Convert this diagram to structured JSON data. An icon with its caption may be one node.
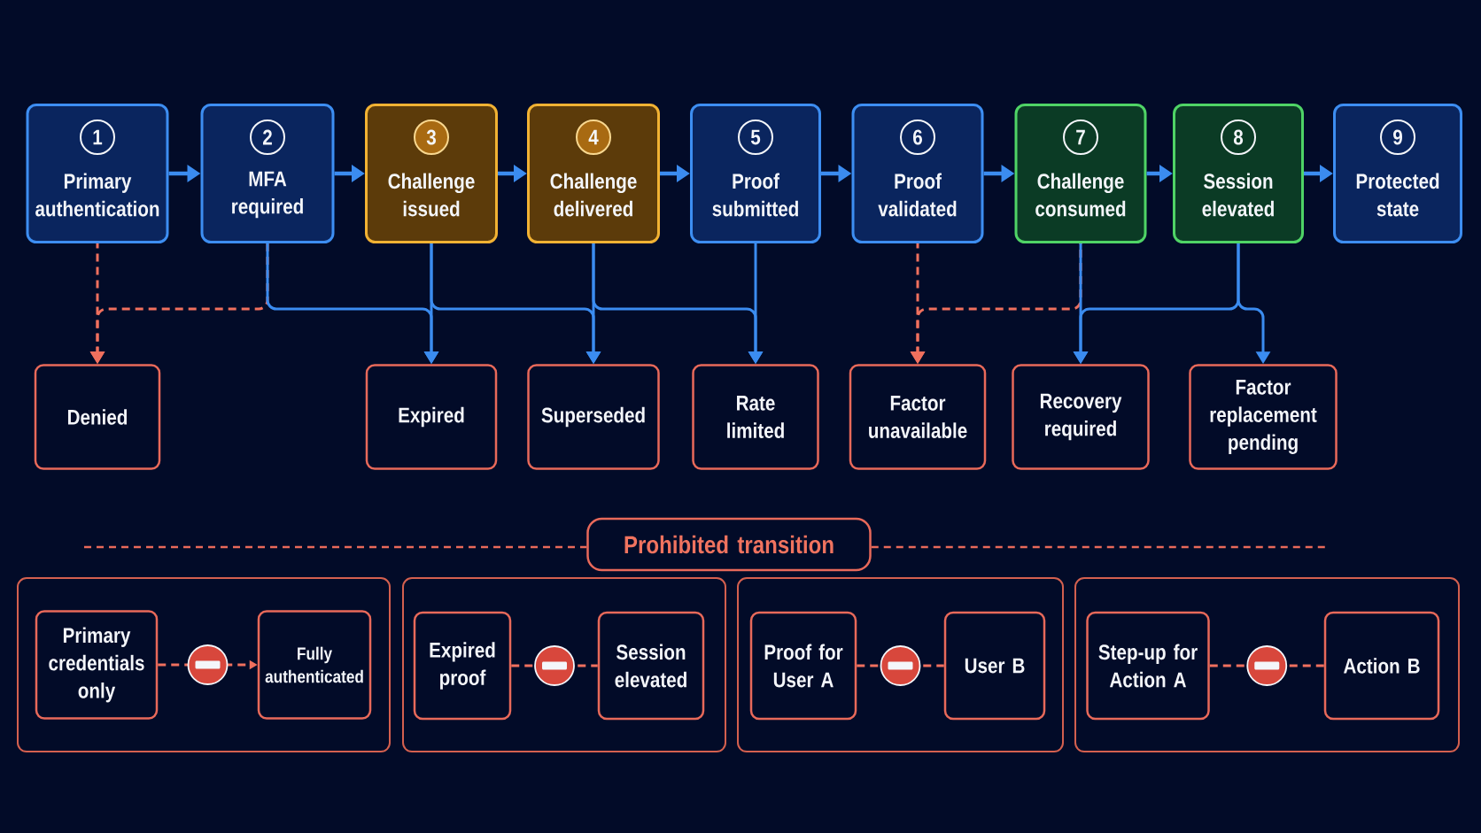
{
  "diagram": {
    "nodes": [
      {
        "text": [
          "1",
          "Primary authentication"
        ]
      },
      {
        "text": [
          "2",
          "MFA required"
        ]
      },
      {
        "text": [
          "3",
          "Challenge issued"
        ]
      },
      {
        "text": [
          "4",
          "Challenge delivered"
        ]
      },
      {
        "text": [
          "5",
          "Proof submitted"
        ]
      },
      {
        "text": [
          "6",
          "Proof validated"
        ]
      },
      {
        "text": [
          "7",
          "Challenge consumed"
        ]
      },
      {
        "text": [
          "8",
          "Session elevated"
        ]
      },
      {
        "text": [
          "9",
          "Protected state"
        ]
      },
      {
        "text": [
          "Denied"
        ]
      },
      {
        "text": [
          "Expired"
        ]
      },
      {
        "text": [
          "Superseded"
        ]
      },
      {
        "text": [
          "Rate limited"
        ]
      },
      {
        "text": [
          "Factor unavailable"
        ]
      },
      {
        "text": [
          "Recovery required"
        ]
      },
      {
        "text": [
          "Factor replacement pending"
        ]
      },
      {
        "text": [
          "Prohibited transition"
        ]
      },
      {
        "text": [],
        "shape": "box"
      },
      {
        "text": [
          "Primary credentials only"
        ],
        "in": 17
      },
      {
        "text": [
          "Fully authenticated"
        ],
        "in": 17
      },
      {
        "text": [],
        "shape": "box"
      },
      {
        "text": [
          "Expired proof"
        ],
        "in": 20
      },
      {
        "text": [
          "Session elevated"
        ],
        "in": 20
      },
      {
        "text": [],
        "shape": "box"
      },
      {
        "text": [
          "Proof for User A"
        ],
        "in": 23
      },
      {
        "text": [
          "User B"
        ],
        "in": 23
      },
      {
        "text": [],
        "shape": "box"
      },
      {
        "text": [
          "Step-up for Action A"
        ],
        "in": 26
      },
      {
        "text": [
          "Action B"
        ],
        "in": 26
      }
    ],
    "edges": [
      {
        "from": 0,
        "to": 1,
        "arrow": "to"
      },
      {
        "from": 1,
        "to": 2,
        "arrow": "to"
      },
      {
        "from": 2,
        "to": 3,
        "arrow": "to"
      },
      {
        "from": 3,
        "to": 4,
        "arrow": "to"
      },
      {
        "from": 4,
        "to": 5,
        "arrow": "to"
      },
      {
        "from": 5,
        "to": 6,
        "arrow": "to"
      },
      {
        "from": 6,
        "to": 7,
        "arrow": "to"
      },
      {
        "from": 7,
        "to": 8,
        "arrow": "to"
      },
      {
        "from": 0,
        "to": 9,
        "arrow": "to",
        "style": "dashed",
        "color": "#f0705e"
      },
      {
        "from": 1,
        "to": 9,
        "arrow": "to",
        "style": "dashed",
        "color": "#f0705e"
      },
      {
        "from": 1,
        "to": 10,
        "arrow": "to"
      },
      {
        "from": 2,
        "to": 10,
        "arrow": "to"
      },
      {
        "from": 2,
        "to": 11,
        "arrow": "to"
      },
      {
        "from": 3,
        "to": 11,
        "arrow": "to"
      },
      {
        "from": 3,
        "to": 12,
        "arrow": "to"
      },
      {
        "from": 4,
        "to": 12,
        "arrow": "to"
      },
      {
        "from": 5,
        "to": 13,
        "arrow": "to",
        "style": "dashed",
        "color": "#f0705e"
      },
      {
        "from": 6,
        "to": 13,
        "arrow": "to",
        "style": "dashed",
        "color": "#f0705e"
      },
      {
        "from": 6,
        "to": 14,
        "arrow": "to"
      },
      {
        "from": 7,
        "to": 14,
        "arrow": "to"
      },
      {
        "from": 7,
        "to": 15,
        "arrow": "to"
      },
      {
        "from": 18,
        "to": 19,
        "arrow": "to",
        "style": "dashed",
        "color": "#f0705e"
      },
      {
        "from": 21,
        "to": 22,
        "arrow": "none",
        "style": "dashed",
        "color": "#f0705e"
      },
      {
        "from": 24,
        "to": 25,
        "arrow": "none",
        "style": "dashed",
        "color": "#f0705e"
      },
      {
        "from": 27,
        "to": 28,
        "arrow": "none",
        "style": "dashed",
        "color": "#f0705e"
      }
    ]
  }
}
